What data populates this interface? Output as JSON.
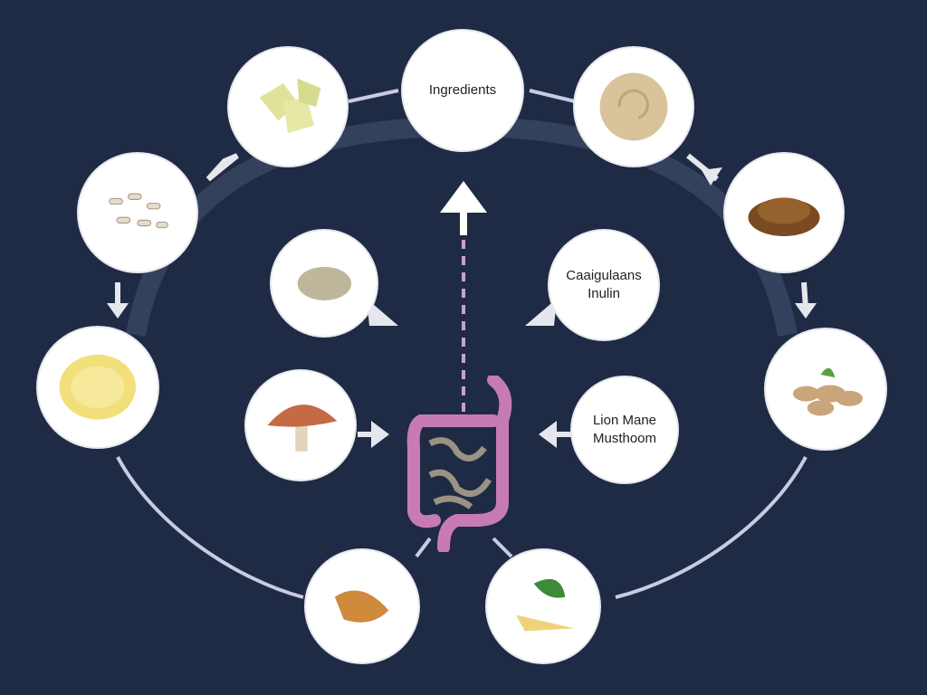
{
  "center_node": {
    "label": "Ingredients"
  },
  "text_nodes": [
    {
      "lines": [
        "Caaigulaans",
        "Inulin"
      ]
    },
    {
      "lines": [
        "Lion Mane",
        "Musthoom"
      ]
    }
  ],
  "image_nodes": [
    "potato-chunks-icon",
    "dough-swirl-icon",
    "white-grain-pieces-icon",
    "dried-shreds-icon",
    "yellow-pasta-icon",
    "root-tubers-icon",
    "crushed-flakes-icon",
    "mushroom-icon",
    "turmeric-root-icon",
    "leaf-and-root-icon",
    "gut-intestine-icon"
  ],
  "colors": {
    "background": "#1f2b45",
    "node": "#ffffff",
    "gut": "#c77bb5",
    "arc": "#c9cbe0"
  }
}
